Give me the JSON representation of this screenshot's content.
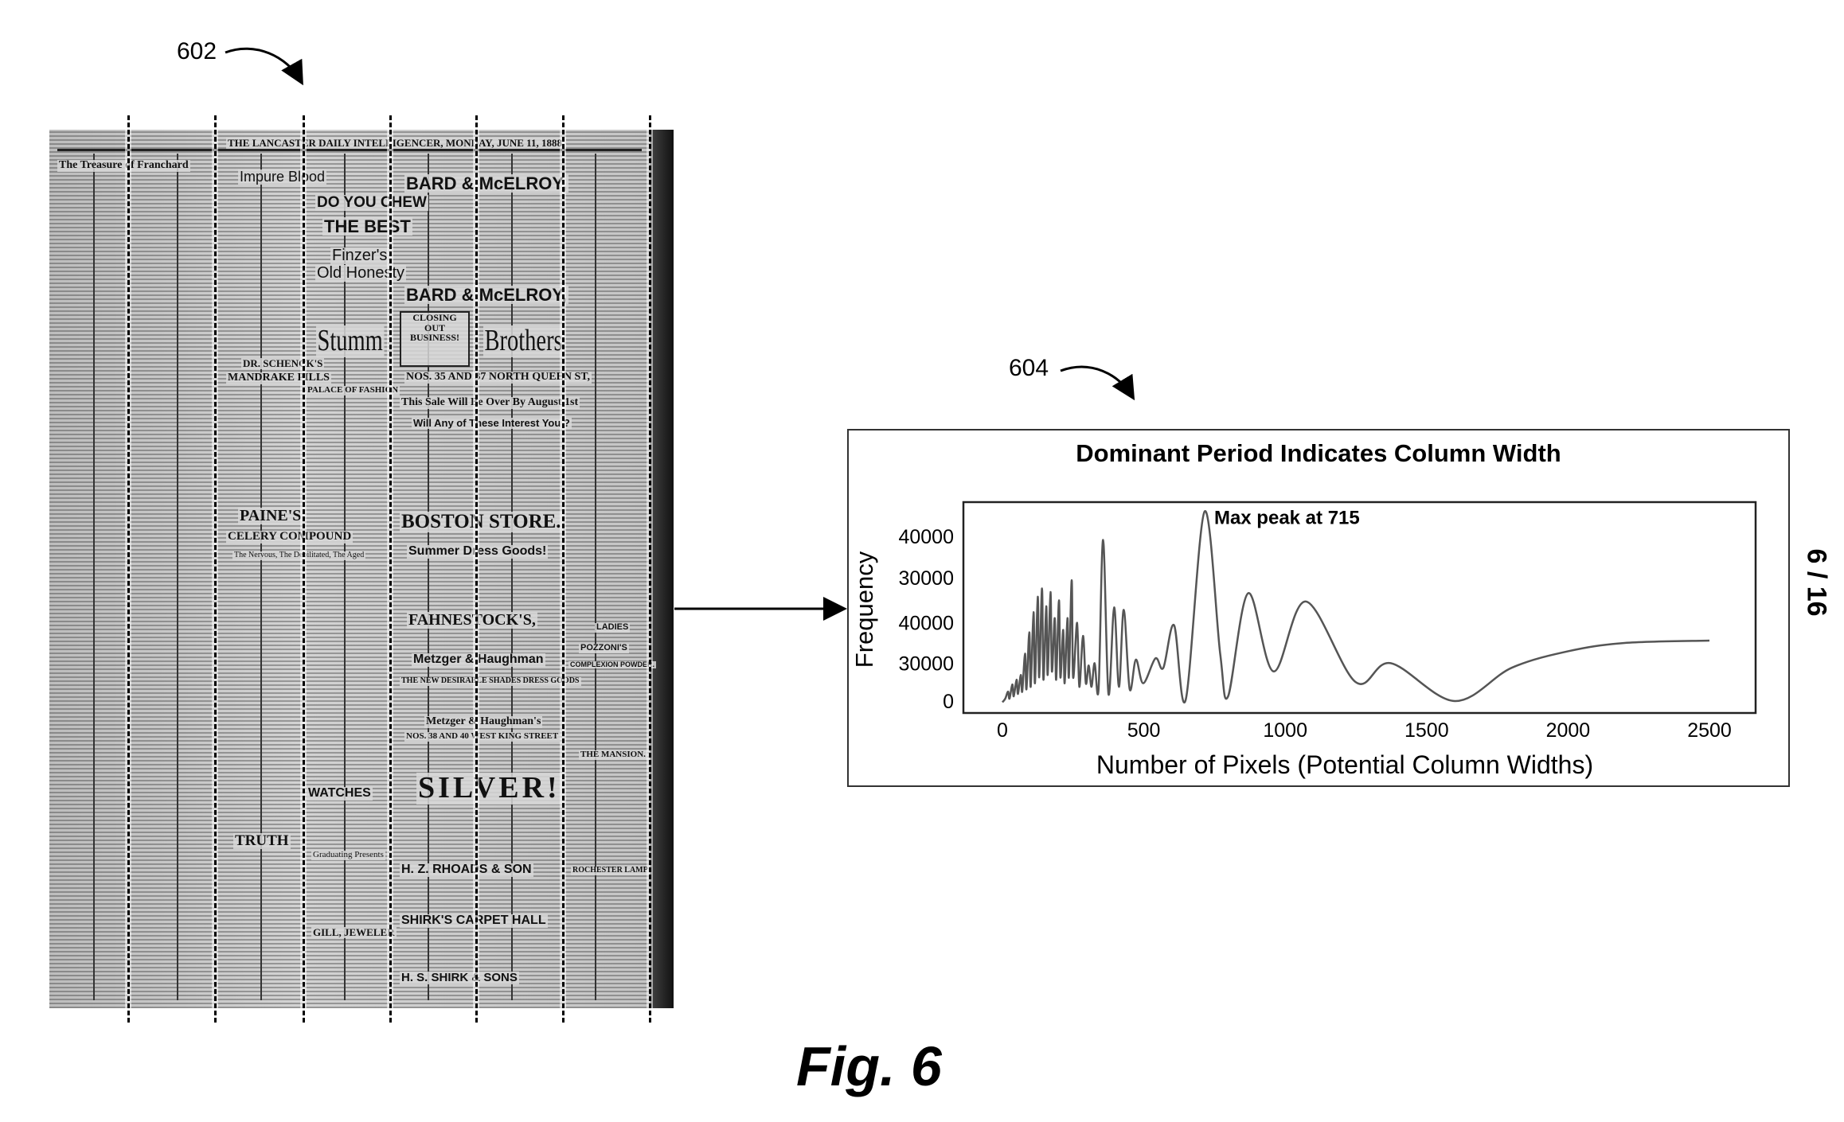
{
  "labels": {
    "ref_602": "602",
    "ref_604": "604",
    "figure": "Fig. 6",
    "sheet": "6 / 16"
  },
  "newspaper": {
    "masthead": "THE LANCASTER DAILY INTELLIGENCER, MONDAY, JUNE 11, 1888.",
    "headlines": [
      "The Treasure of Franchard",
      "Impure Blood",
      "DO YOU CHEW",
      "THE BEST",
      "Finzer's",
      "Old Honesty",
      "BARD & McELROY,",
      "BARD & McELROY,",
      "Stumm",
      "Brothers",
      "CLOSING OUT BUSINESS!",
      "NOS. 35 AND 37 NORTH QUEEN ST,",
      "This Sale Will Be Over By August 1st",
      "Will Any of These Interest You ?",
      "DR. SCHENCK'S",
      "MANDRAKE PILLS",
      "PALACE OF FASHION",
      "BOSTON STORE.",
      "Summer Dress Goods!",
      "PAINE'S",
      "CELERY COMPOUND",
      "The Nervous, The Debilitated, The Aged",
      "FAHNESTOCK'S,",
      "Metzger & Haughman",
      "THE NEW DESIRABLE SHADES DRESS GOODS",
      "Metzger & Haughman's",
      "NOS. 38 AND 40 WEST KING STREET",
      "SILVER!",
      "WATCHES",
      "TRUTH",
      "Graduating Presents",
      "H. Z. RHOADS & SON",
      "SHIRK'S CARPET HALL",
      "GILL, JEWELER",
      "H. S. SHIRK & SONS",
      "LADIES",
      "POZZONI'S",
      "COMPLEXION POWDER.",
      "THE MANSION.",
      "ROCHESTER LAMP"
    ]
  },
  "chart_data": {
    "type": "line",
    "title": "Dominant Period Indicates Column Width",
    "xlabel": "Number of Pixels (Potential Column Widths)",
    "ylabel": "Frequency",
    "xlim": [
      -120,
      2650
    ],
    "ylim": [
      -10,
      168
    ],
    "x_ticks": [
      {
        "label": "0",
        "value": 0
      },
      {
        "label": "500",
        "value": 500
      },
      {
        "label": "1000",
        "value": 1000
      },
      {
        "label": "1500",
        "value": 1500
      },
      {
        "label": "2000",
        "value": 2000
      },
      {
        "label": "2500",
        "value": 2500
      }
    ],
    "y_ticks": [
      {
        "label": "0",
        "value": 0
      },
      {
        "label": "30000",
        "value": 32
      },
      {
        "label": "40000",
        "value": 66
      },
      {
        "label": "30000",
        "value": 104
      },
      {
        "label": "40000",
        "value": 139
      }
    ],
    "annotation": {
      "text": "Max peak at 715",
      "x": 715,
      "y": 160
    },
    "series": [
      {
        "name": "frequency",
        "color": "#555555",
        "points": [
          [
            0,
            -1
          ],
          [
            10,
            2
          ],
          [
            20,
            8
          ],
          [
            25,
            2
          ],
          [
            35,
            14
          ],
          [
            40,
            4
          ],
          [
            50,
            18
          ],
          [
            55,
            6
          ],
          [
            65,
            22
          ],
          [
            70,
            8
          ],
          [
            80,
            40
          ],
          [
            85,
            10
          ],
          [
            95,
            58
          ],
          [
            100,
            12
          ],
          [
            110,
            75
          ],
          [
            115,
            15
          ],
          [
            125,
            88
          ],
          [
            130,
            20
          ],
          [
            140,
            95
          ],
          [
            145,
            18
          ],
          [
            155,
            80
          ],
          [
            160,
            22
          ],
          [
            170,
            92
          ],
          [
            175,
            25
          ],
          [
            185,
            70
          ],
          [
            190,
            18
          ],
          [
            200,
            85
          ],
          [
            205,
            20
          ],
          [
            215,
            60
          ],
          [
            220,
            15
          ],
          [
            230,
            70
          ],
          [
            235,
            20
          ],
          [
            245,
            102
          ],
          [
            250,
            20
          ],
          [
            264,
            66
          ],
          [
            272,
            12
          ],
          [
            285,
            55
          ],
          [
            295,
            15
          ],
          [
            305,
            30
          ],
          [
            315,
            12
          ],
          [
            326,
            32
          ],
          [
            340,
            10
          ],
          [
            356,
            136
          ],
          [
            375,
            6
          ],
          [
            395,
            79
          ],
          [
            412,
            12
          ],
          [
            429,
            77
          ],
          [
            450,
            10
          ],
          [
            472,
            35
          ],
          [
            498,
            15
          ],
          [
            541,
            36
          ],
          [
            569,
            28
          ],
          [
            607,
            64
          ],
          [
            648,
            1
          ],
          [
            715,
            160
          ],
          [
            770,
            40
          ],
          [
            798,
            4
          ],
          [
            869,
            91
          ],
          [
            959,
            25
          ],
          [
            1073,
            84
          ],
          [
            1249,
            16
          ],
          [
            1373,
            32
          ],
          [
            1599,
            0
          ],
          [
            1800,
            28
          ],
          [
            2000,
            42
          ],
          [
            2200,
            49
          ],
          [
            2500,
            51
          ]
        ]
      }
    ]
  }
}
